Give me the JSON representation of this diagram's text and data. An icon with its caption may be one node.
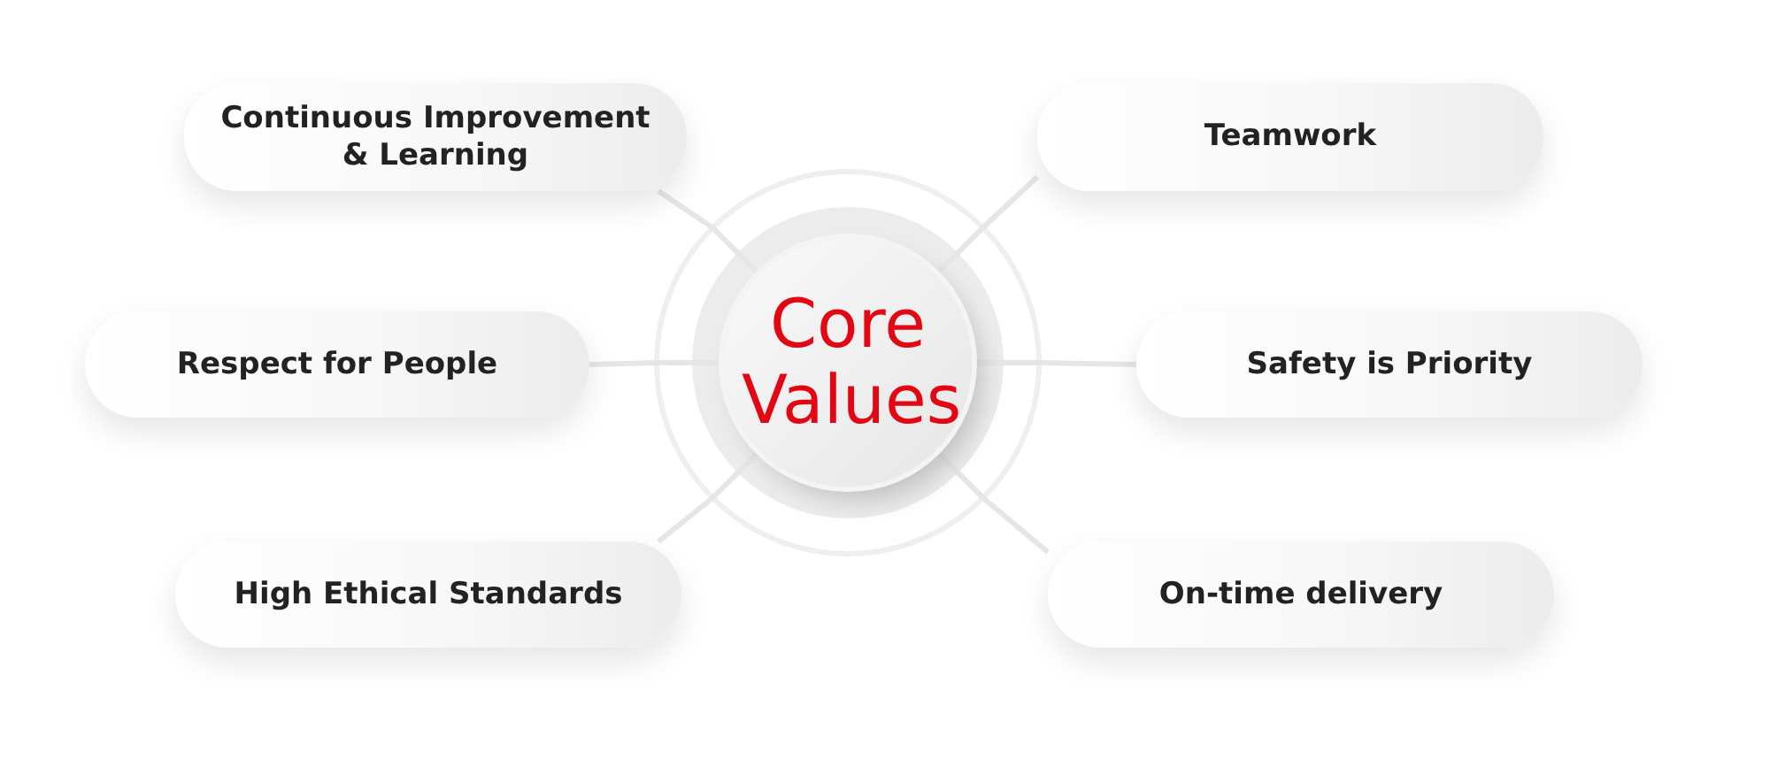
{
  "diagram": {
    "nodes": [
      {
        "text": [
          "Core Values"
        ]
      },
      {
        "text": [
          "Continuous Improvement & Learning"
        ]
      },
      {
        "text": [
          "Teamwork"
        ]
      },
      {
        "text": [
          "Respect for People"
        ]
      },
      {
        "text": [
          "Safety is Priority"
        ]
      },
      {
        "text": [
          "High Ethical Standards"
        ]
      },
      {
        "text": [
          "On-time delivery"
        ]
      }
    ],
    "edges": [
      {
        "from": 0,
        "to": 1,
        "arrow": "none"
      },
      {
        "from": 0,
        "to": 2,
        "arrow": "none"
      },
      {
        "from": 0,
        "to": 3,
        "arrow": "none"
      },
      {
        "from": 0,
        "to": 4,
        "arrow": "none"
      },
      {
        "from": 0,
        "to": 5,
        "arrow": "none"
      },
      {
        "from": 0,
        "to": 6,
        "arrow": "none"
      }
    ]
  }
}
